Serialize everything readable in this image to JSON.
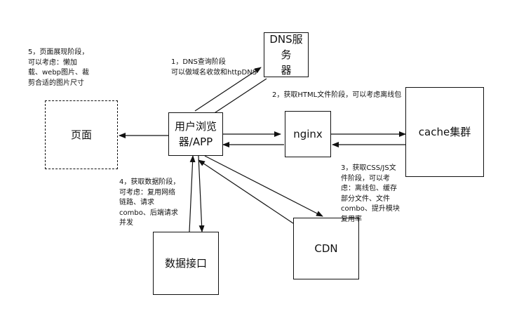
{
  "nodes": {
    "dns": "DNS服务\n器",
    "page": "页面",
    "browser": "用户浏览\n器/APP",
    "nginx": "nginx",
    "cache": "cache集群",
    "cdn": "CDN",
    "data_api": "数据接口"
  },
  "notes": {
    "step1": "1，DNS查询阶段\n可以做域名收敛和httpDNS",
    "step2": "2，获取HTML文件阶段，可以考虑离线包",
    "step3": "3，获取CSS/JS文\n件阶段，可以考\n虑：离线包、缓存\n部分文件、文件\ncombo、提升模块\n复用率",
    "step4": "4，获取数据阶段，\n可考虑：复用网络\n链路、请求\ncombo、后端请求\n并发",
    "step5": "5，页面展现阶段，\n可以考虑：懒加\n载、webp图片、裁\n剪合适的图片尺寸"
  }
}
